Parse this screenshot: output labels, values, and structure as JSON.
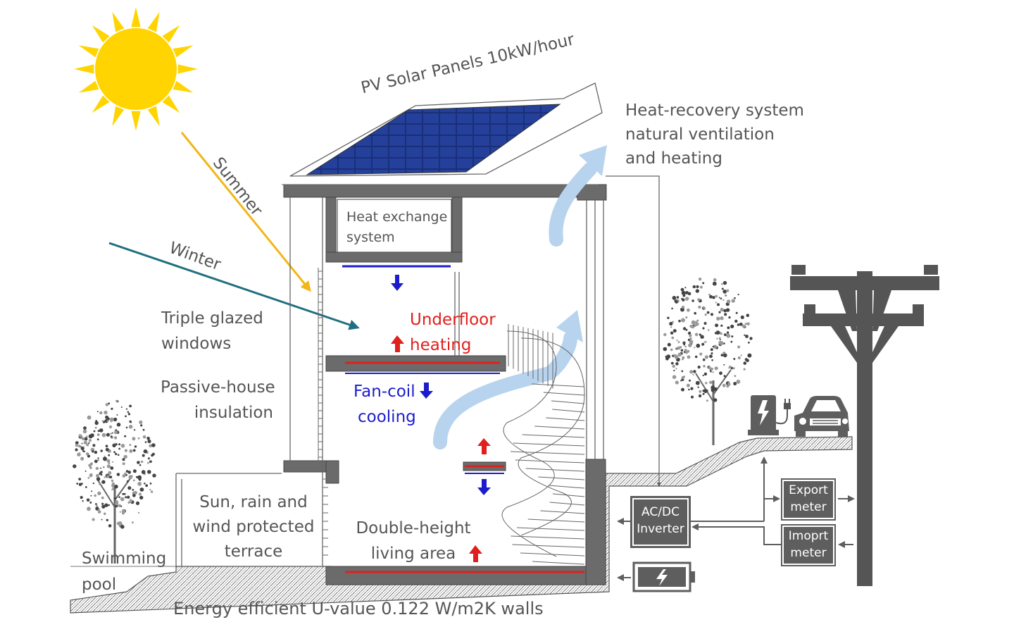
{
  "labels": {
    "pv_panels": "PV Solar Panels 10kW/hour",
    "heat_recovery": [
      "Heat-recovery system",
      "natural ventilation",
      "and heating"
    ],
    "summer": "Summer",
    "winter": "Winter",
    "heat_exchange": [
      "Heat exchange",
      "system"
    ],
    "triple_glazed": [
      "Triple glazed",
      "windows"
    ],
    "underfloor_heating": [
      "Underfloor",
      "heating"
    ],
    "fan_coil_cooling": [
      "Fan-coil",
      "cooling"
    ],
    "passive_house": [
      "Passive-house",
      "insulation"
    ],
    "terrace": [
      "Sun, rain and",
      "wind protected",
      "terrace"
    ],
    "double_height": [
      "Double-height",
      "living area"
    ],
    "swimming_pool": [
      "Swimming",
      "pool"
    ],
    "walls": "Energy efficient U-value 0.122 W/m2K walls",
    "inverter": [
      "AC/DC",
      "Inverter"
    ],
    "export_meter": [
      "Export",
      "meter"
    ],
    "import_meter": [
      "Imoprt",
      "meter"
    ]
  },
  "colors": {
    "sun": "#ffd400",
    "summer_ray": "#f2b619",
    "winter_ray": "#1f6f80",
    "structure": "#6b6b6b",
    "panel": "#1a2f78",
    "airflow": "#b8d3ee",
    "heating": "#e0201c",
    "cooling": "#1c1ccc",
    "equipment": "#5e5e5e"
  },
  "icons": [
    "sun-icon",
    "solar-panel-icon",
    "battery-icon",
    "ev-charger-icon",
    "car-icon",
    "power-pole-icon",
    "tree-icon"
  ]
}
